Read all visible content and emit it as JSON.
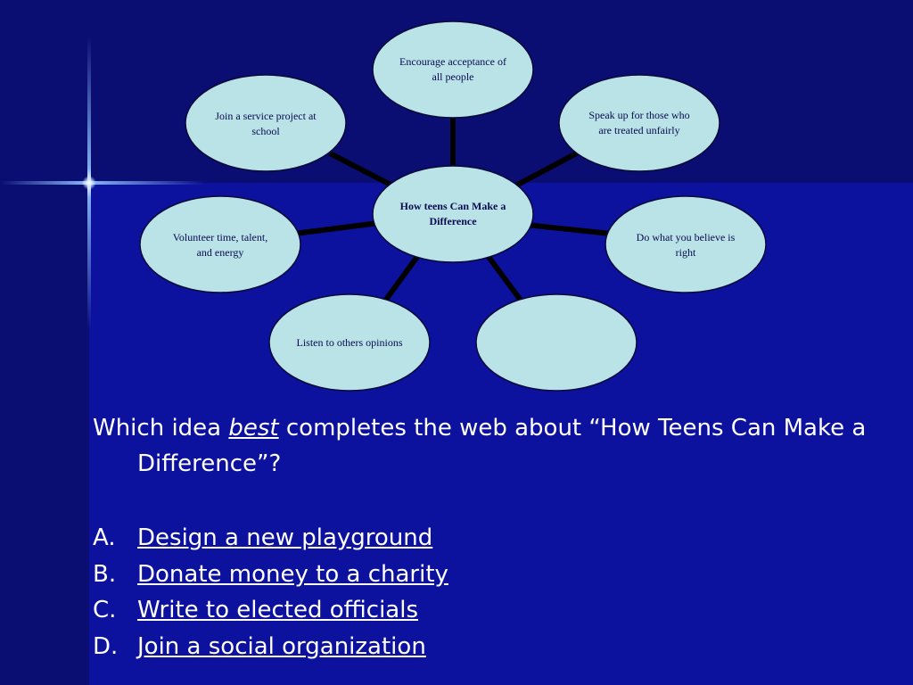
{
  "web": {
    "center": "How teens Can Make a Difference",
    "nodes": [
      "Encourage acceptance of all people",
      "Speak up for those who are treated unfairly",
      "Do what you believe is right",
      "",
      "Listen to others opinions",
      "Volunteer time, talent, and energy",
      "Join a service project at school"
    ]
  },
  "question": {
    "before": "Which idea ",
    "emphasis": "best",
    "after": " completes the web about “How Teens Can Make a Difference”?"
  },
  "answers": [
    {
      "letter": "A.",
      "text": "Design a new playground"
    },
    {
      "letter": "B.",
      "text": "Donate money to a charity"
    },
    {
      "letter": "C.",
      "text": "Write to elected officials"
    },
    {
      "letter": "D.",
      "text": "Join a social organization"
    }
  ],
  "colors": {
    "node_fill": "#b9e3e6",
    "node_stroke": "#0a0a3a",
    "connector": "#000000",
    "text": "#ffffff"
  }
}
